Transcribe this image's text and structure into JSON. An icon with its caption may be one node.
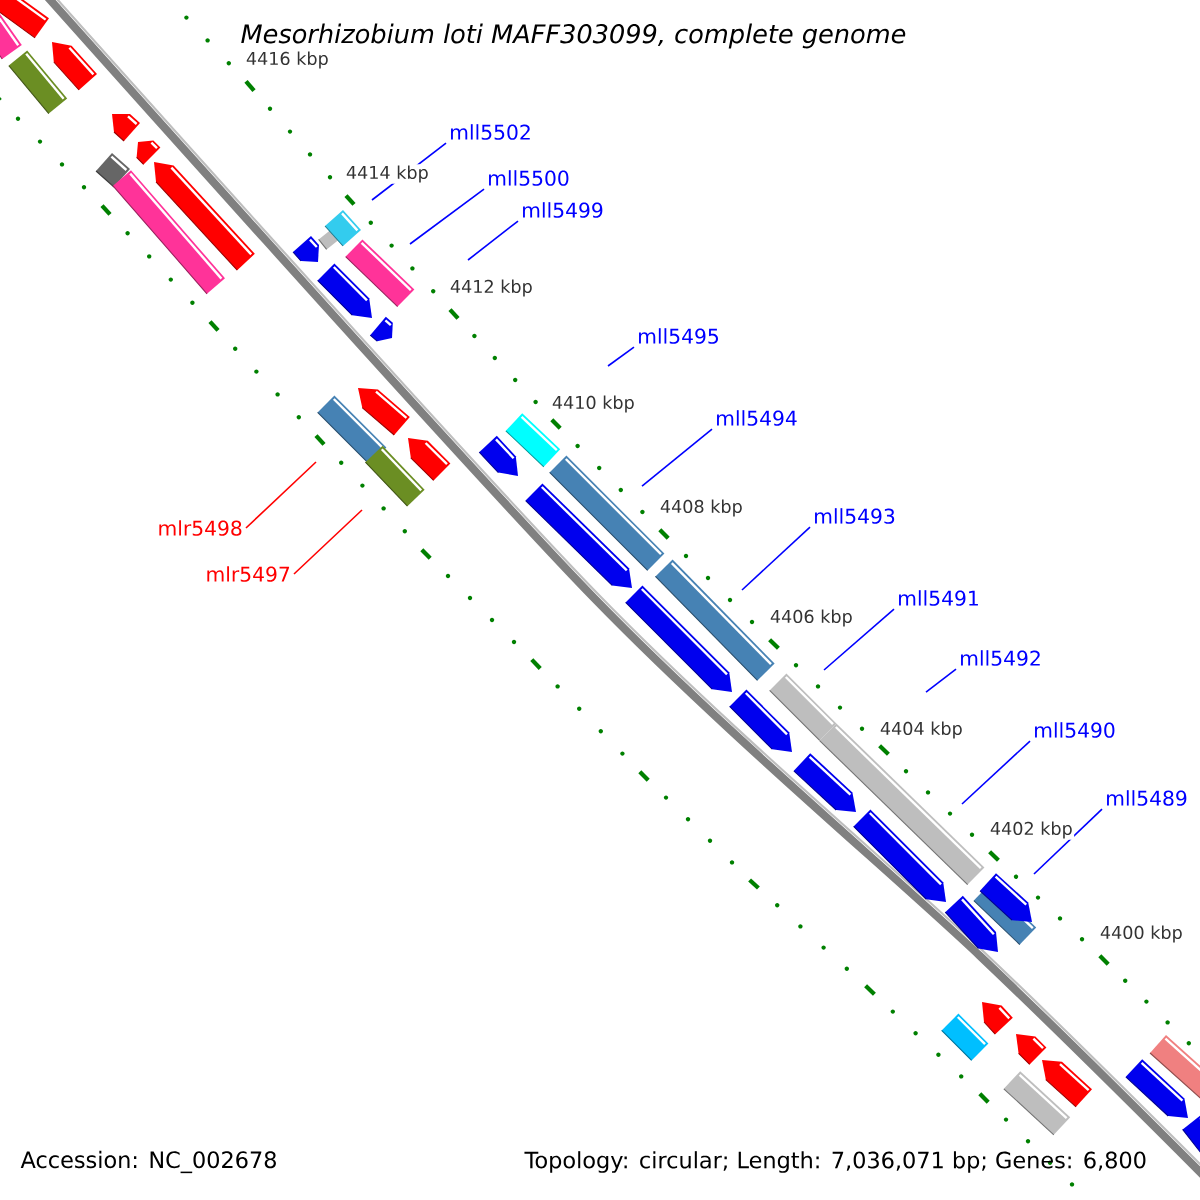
{
  "diagram": {
    "title": "Mesorhizobium loti MAFF303099, complete genome",
    "nodes": [
      {
        "text": [
          "mll5502"
        ]
      },
      {
        "text": [
          "mll5500"
        ]
      },
      {
        "text": [
          "mll5499"
        ]
      },
      {
        "text": [
          "mll5495"
        ]
      },
      {
        "text": [
          "mll5494"
        ]
      },
      {
        "text": [
          "mll5493"
        ]
      },
      {
        "text": [
          "mlr5498"
        ]
      },
      {
        "text": [
          "mlr5497"
        ]
      },
      {
        "text": [
          "mll5491"
        ]
      },
      {
        "text": [
          "mll5492"
        ]
      },
      {
        "text": [
          "mll5490"
        ]
      },
      {
        "text": [
          "mll5489"
        ]
      }
    ],
    "edges": [
      {
        "from": 0,
        "to": null,
        "arrow": "none"
      },
      {
        "from": 1,
        "to": null,
        "arrow": "none"
      },
      {
        "from": 2,
        "to": null,
        "arrow": "none"
      },
      {
        "from": 3,
        "to": null,
        "arrow": "none"
      },
      {
        "from": 4,
        "to": null,
        "arrow": "none"
      },
      {
        "from": 5,
        "to": null,
        "arrow": "none"
      },
      {
        "from": 6,
        "to": null,
        "arrow": "none",
        "color": "#ff0000"
      },
      {
        "from": 7,
        "to": null,
        "arrow": "none",
        "color": "#ff0000"
      },
      {
        "from": 8,
        "to": null,
        "arrow": "none"
      },
      {
        "from": 9,
        "to": null,
        "arrow": "none"
      },
      {
        "from": 10,
        "to": null,
        "arrow": "none"
      },
      {
        "from": 11,
        "to": null,
        "arrow": "none"
      }
    ],
    "labels": [
      "4416 kbp",
      "4414 kbp",
      "4412 kbp",
      "4410 kbp",
      "4408 kbp",
      "4406 kbp",
      "4404 kbp",
      "4402 kbp",
      "4400 kbp",
      "Accession: NC_002678",
      "Topology: circular; Length: 7,036,071 bp; Genes: 6,800"
    ]
  }
}
